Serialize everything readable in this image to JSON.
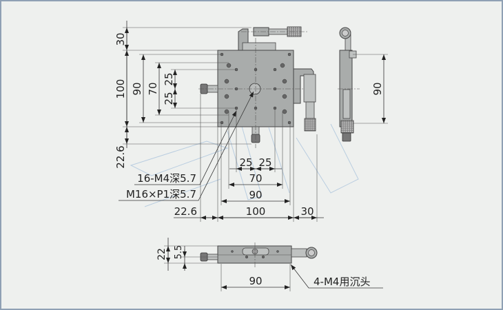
{
  "drawing": {
    "top_view": {
      "left_dims": [
        "30",
        "100",
        "22.6",
        "90",
        "70",
        "25",
        "25"
      ],
      "bottom_dims": [
        "25",
        "25",
        "70",
        "90",
        "22.6",
        "100",
        "30"
      ],
      "callouts": [
        "16-M4深5.7",
        "M16×P1深5.7"
      ]
    },
    "side_view": {
      "dims": [
        "90"
      ]
    },
    "front_view": {
      "dims": [
        "22",
        "5.5",
        "90"
      ],
      "callout": "4-M4用沉头"
    },
    "colors": {
      "background": "#eef0ee",
      "border": "#8fa0b4",
      "part": "#a9acab"
    }
  }
}
